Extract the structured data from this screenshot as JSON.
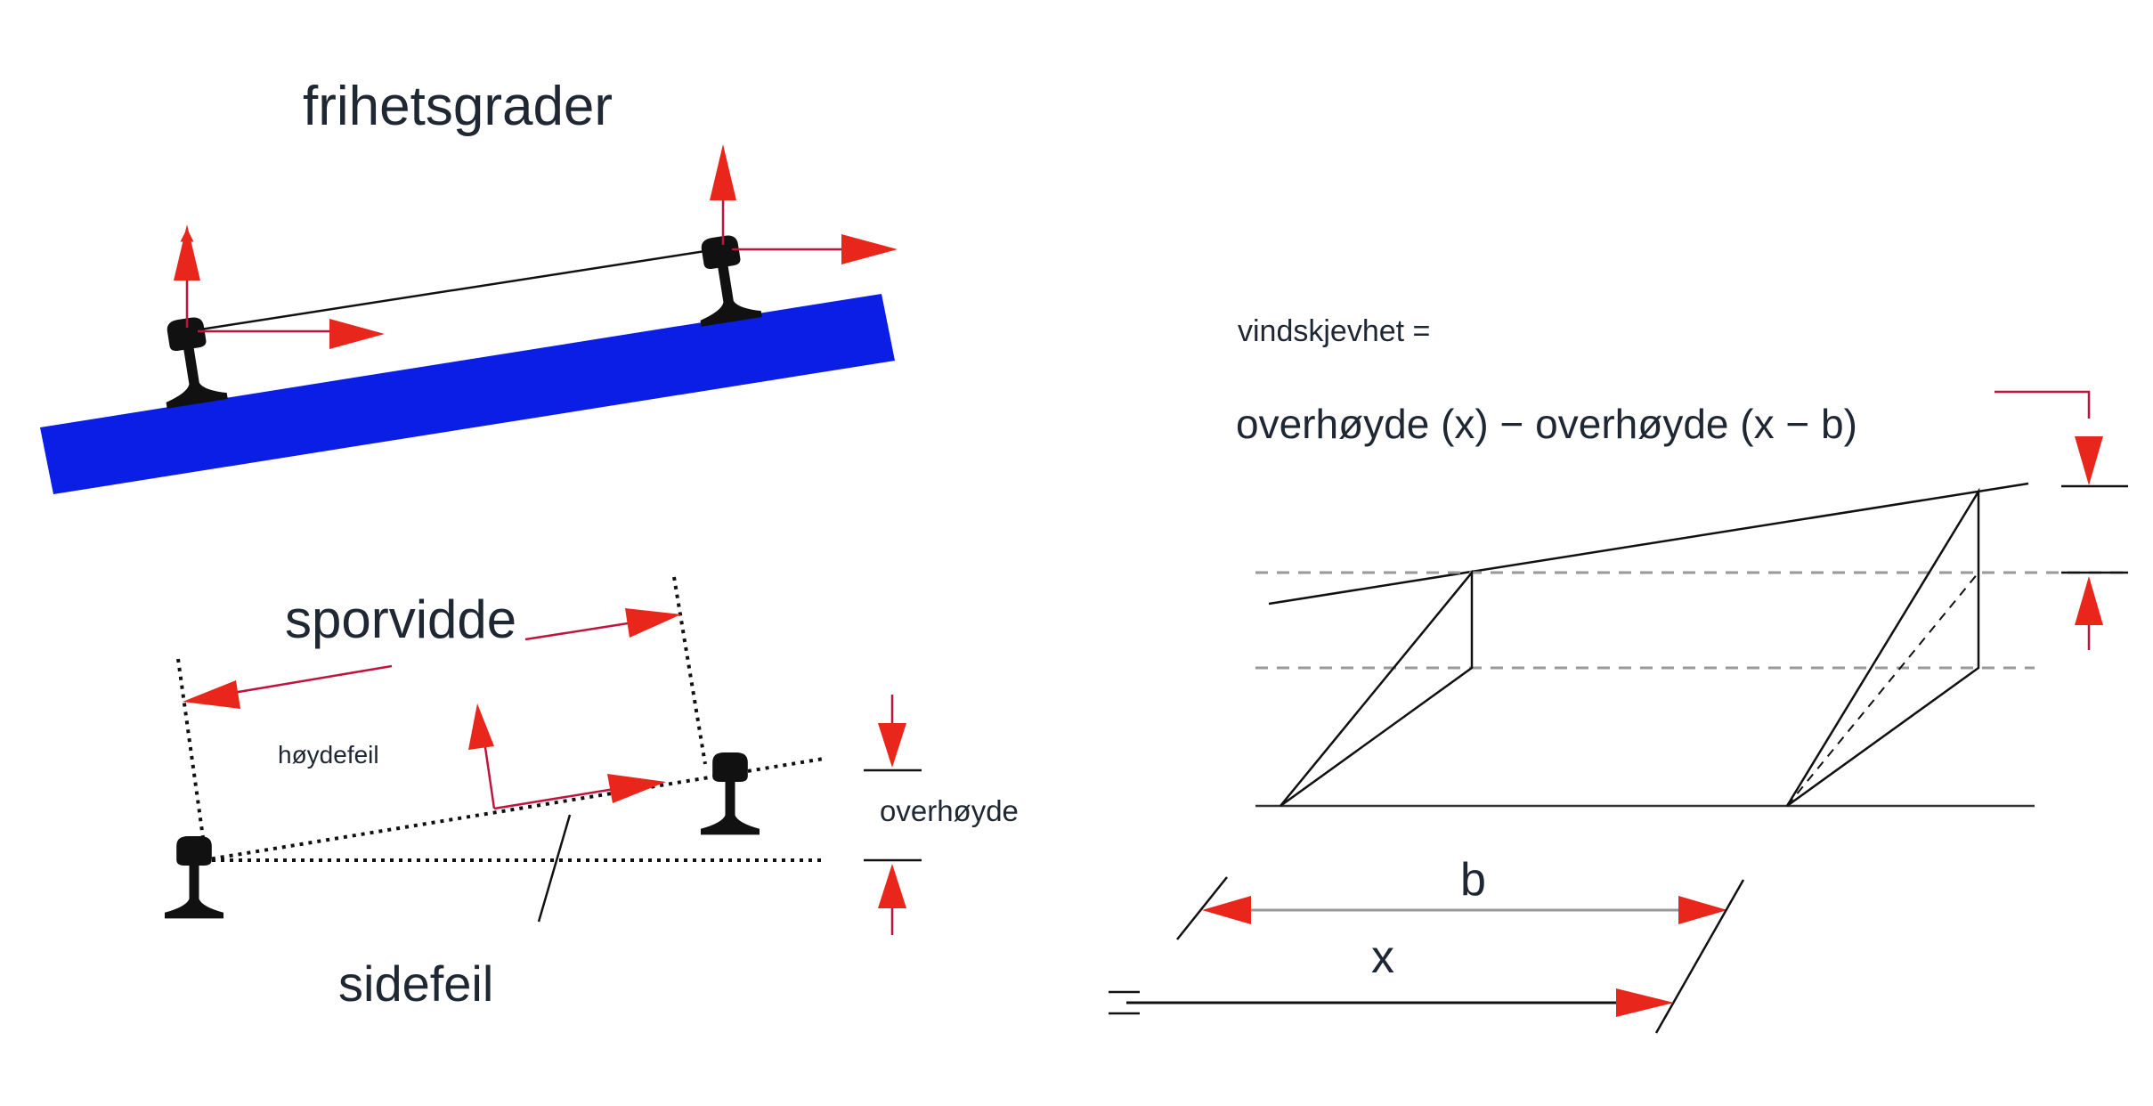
{
  "labels": {
    "frihetsgrader": "frihetsgrader",
    "sporvidde": "sporvidde",
    "hoydefeil": "høydefeil",
    "overhoyde": "overhøyde",
    "sidefeil": "sidefeil",
    "vindskjevhet": "vindskjevhet =",
    "formula": "overhøyde (x) − overhøyde (x − b)",
    "b": "b",
    "x": "x"
  },
  "colors": {
    "sleeper": "#0a1ee6",
    "arrow": "#e8261b",
    "arrow_line": "#c0143c",
    "rail": "#111111",
    "text": "#1f2733",
    "dashed": "#9a9a9a"
  },
  "icons": [
    "rail-profile-icon",
    "red-arrow-icon"
  ]
}
